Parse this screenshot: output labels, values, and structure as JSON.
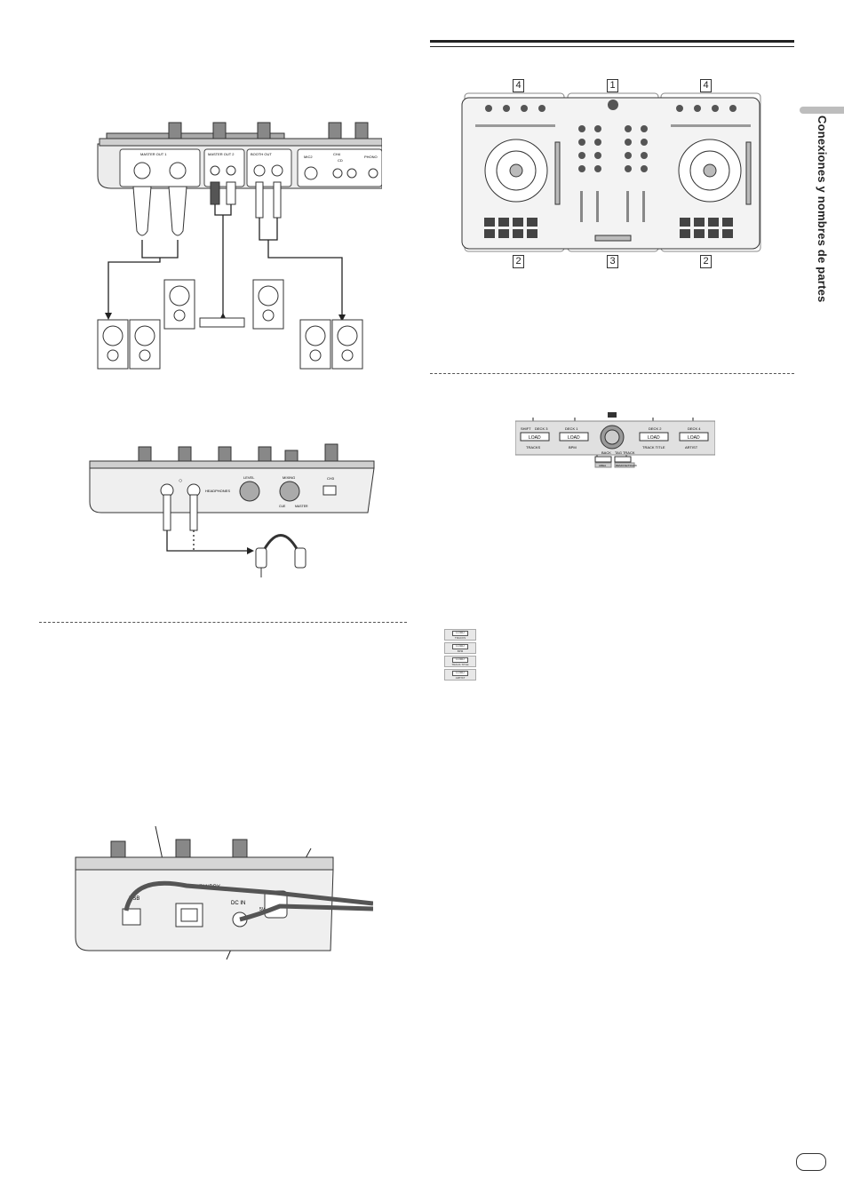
{
  "sidebar": {
    "section_title": "Conexiones y nombres de partes"
  },
  "rear_panel": {
    "master_out1": "MASTER OUT 1",
    "master_out2": "MASTER OUT 2",
    "booth_out": "BOOTH OUT",
    "mic2": "MIC2",
    "ch4": "CH4",
    "cd": "CD",
    "phono": "PHONO"
  },
  "front_panel": {
    "headphones": "HEADPHONES",
    "level": "LEVEL",
    "mixing": "MIXING",
    "ch3": "CH3",
    "cue": "CUE",
    "master": "MASTER"
  },
  "usb_panel": {
    "usb": "USB",
    "standby": "STANDBY",
    "dc_in": "DC IN",
    "voltage": "5V"
  },
  "controller_callouts": {
    "top_left": "4",
    "top_center": "1",
    "top_right": "4",
    "bottom_left": "2",
    "bottom_center": "3",
    "bottom_right": "2"
  },
  "browser": {
    "shift_label": "SHIFT",
    "deck3": "DECK 3",
    "deck1": "DECK 1",
    "deck2": "DECK 2",
    "deck4": "DECK 4",
    "load": "LOAD",
    "sort_tracks": "TRACKS",
    "sort_bpm": "BPM",
    "sort_track": "TRACK TITLE",
    "sort_artist": "ARTIST",
    "back": "BACK",
    "tag_track": "TAG TRACK",
    "area": "AREA",
    "remove": "REMOVE/TRACK"
  },
  "legend": {
    "items": [
      {
        "load": "LOAD",
        "sub": "TRACKS"
      },
      {
        "load": "LOAD",
        "sub": "BPM"
      },
      {
        "load": "LOAD",
        "sub": "TRACK TITLE"
      },
      {
        "load": "LOAD",
        "sub": "ARTIST"
      }
    ]
  },
  "colors": {
    "ink": "#222222",
    "panel": "#e2e2e2",
    "rule": "#222222",
    "tab": "#bdbdbd"
  }
}
